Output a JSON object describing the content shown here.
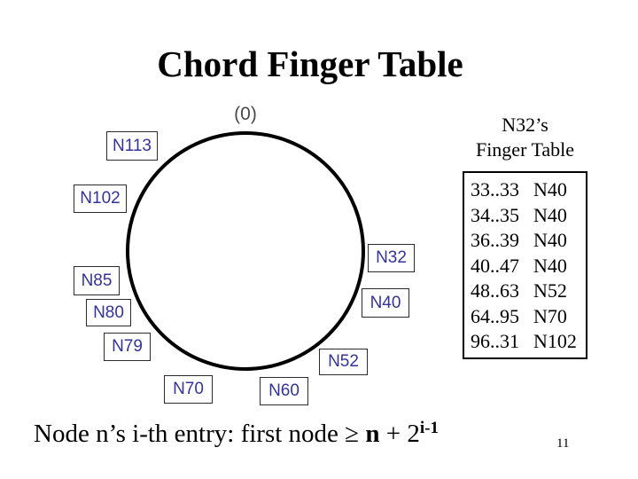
{
  "slide": {
    "title": "Chord Finger Table",
    "page_number": "11"
  },
  "ring": {
    "zero_label": "(0)",
    "nodes": [
      {
        "label": "N113"
      },
      {
        "label": "N102"
      },
      {
        "label": "N85"
      },
      {
        "label": "N80"
      },
      {
        "label": "N79"
      },
      {
        "label": "N70"
      },
      {
        "label": "N60"
      },
      {
        "label": "N52"
      },
      {
        "label": "N40"
      },
      {
        "label": "N32"
      }
    ]
  },
  "finger_table": {
    "title_line1": "N32’s",
    "title_line2": "Finger Table",
    "rows": [
      {
        "interval": "33..33",
        "node": "N40"
      },
      {
        "interval": "34..35",
        "node": "N40"
      },
      {
        "interval": "36..39",
        "node": "N40"
      },
      {
        "interval": "40..47",
        "node": "N40"
      },
      {
        "interval": "48..63",
        "node": "N52"
      },
      {
        "interval": "64..95",
        "node": "N70"
      },
      {
        "interval": "96..31",
        "node": "N102"
      }
    ]
  },
  "formula": {
    "part1": "Node n’s i-th entry: first node ",
    "geq": "≥ ",
    "n": "n",
    "part2": " + 2",
    "sup": "i-1"
  },
  "colors": {
    "node_text": "#333399",
    "ring_stroke": "#000000",
    "zero_label": "#4a4a4a",
    "background": "#ffffff"
  }
}
